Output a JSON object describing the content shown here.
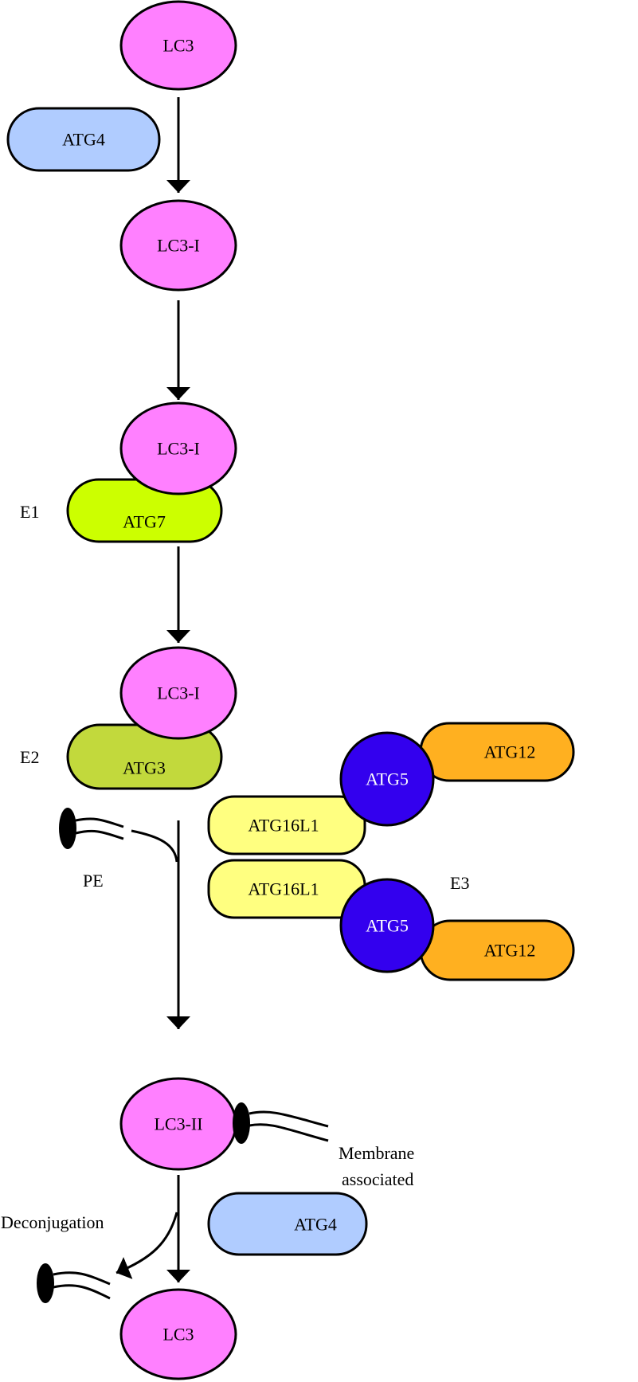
{
  "colors": {
    "lc3": "#ff80ff",
    "atg4": "#b0ccff",
    "atg7": "#ccff00",
    "atg3": "#c2d93c",
    "atg16l1": "#ffff80",
    "atg5": "#3300ee",
    "atg12": "#ffb020",
    "lipid": "#000000"
  },
  "nodes": {
    "lc3_top": "LC3",
    "atg4_top": "ATG4",
    "lc3i_1": "LC3-I",
    "lc3i_2": "LC3-I",
    "atg7": "ATG7",
    "lc3i_3": "LC3-I",
    "atg3": "ATG3",
    "atg16l1_1": "ATG16L1",
    "atg16l1_2": "ATG16L1",
    "atg5_1": "ATG5",
    "atg5_2": "ATG5",
    "atg12_1": "ATG12",
    "atg12_2": "ATG12",
    "lc3ii": "LC3-II",
    "atg4_bottom": "ATG4",
    "lc3_bottom": "LC3"
  },
  "labels": {
    "e1": "E1",
    "e2": "E2",
    "e3": "E3",
    "pe": "PE",
    "membrane_line1": "Membrane",
    "membrane_line2": "associated",
    "deconjugation": "Deconjugation"
  }
}
